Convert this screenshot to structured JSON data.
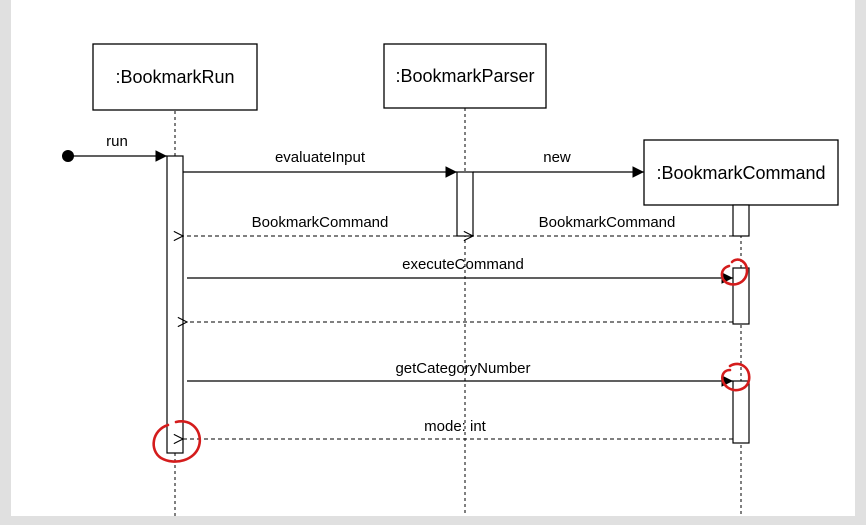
{
  "participants": [
    {
      "name": ":BookmarkRun"
    },
    {
      "name": ":BookmarkParser"
    },
    {
      "name": ":BookmarkCommand"
    }
  ],
  "messages": {
    "run": "run",
    "evaluate": "evaluateInput",
    "new": "new",
    "return_parser": "BookmarkCommand",
    "return_command": "BookmarkCommand",
    "execute": "executeCommand",
    "get_category": "getCategoryNumber",
    "return_mode": "mode: int"
  },
  "colors": {
    "line": "#000000",
    "annotation": "#d41c1c",
    "background": "#e0e0e0",
    "canvas": "#ffffff"
  }
}
